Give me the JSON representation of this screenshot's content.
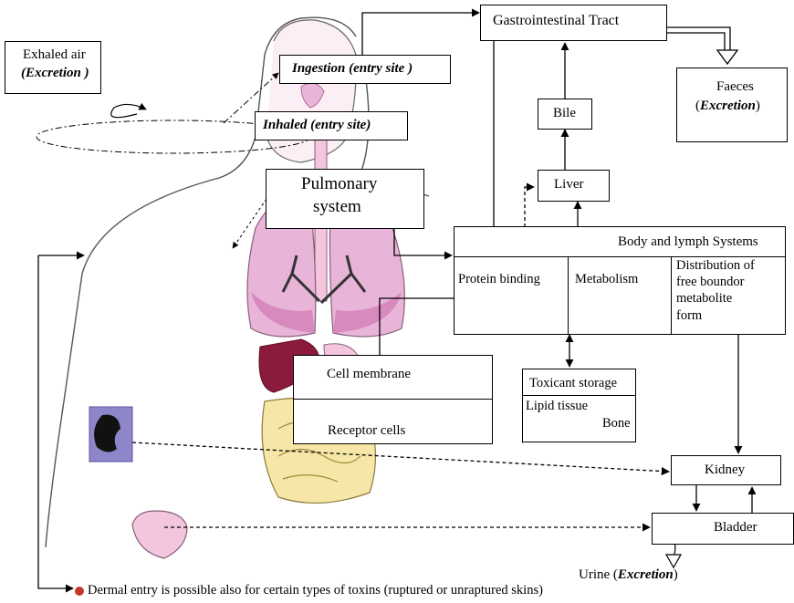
{
  "labels": {
    "exhaled_line1": "Exhaled air",
    "exhaled_line2": "(Excretion )",
    "ingestion": "Ingestion (entry site )",
    "inhaled": "Inhaled (entry site)",
    "pulmonary_line1": "Pulmonary",
    "pulmonary_line2": "system",
    "gi_tract": "Gastrointestinal Tract",
    "bile": "Bile",
    "liver": "Liver",
    "faeces_line1": "Faeces",
    "faeces_open": "(",
    "faeces_excretion": "Excretion",
    "faeces_close": ")",
    "body_lymph": "Body and lymph Systems",
    "protein_binding": "Protein binding",
    "metabolism": "Metabolism",
    "distribution_line1": "Distribution of",
    "distribution_line2": "free boundor",
    "distribution_line3": "metabolite",
    "distribution_line4": "form",
    "cell_membrane": "Cell membrane",
    "receptor_cells": "Receptor  cells",
    "toxicant_storage": "Toxicant storage",
    "lipid_tissue": "Lipid tissue",
    "bone": "Bone",
    "kidney": "Kidney",
    "bladder": "Bladder",
    "urine_prefix": "Urine (",
    "urine_excretion": "Excretion",
    "urine_suffix": ")",
    "dermal_note": "Dermal entry is possible also for certain types of toxins (ruptured or unraptured skins)"
  },
  "colors": {
    "lung_fill": "#e8b4d8",
    "organ_pink": "#f3c6de",
    "liver_dark": "#8b1a3c",
    "kidney_panel": "#8d86c9",
    "intestine": "#f6e7a8",
    "bullet_red": "#c0392b"
  }
}
